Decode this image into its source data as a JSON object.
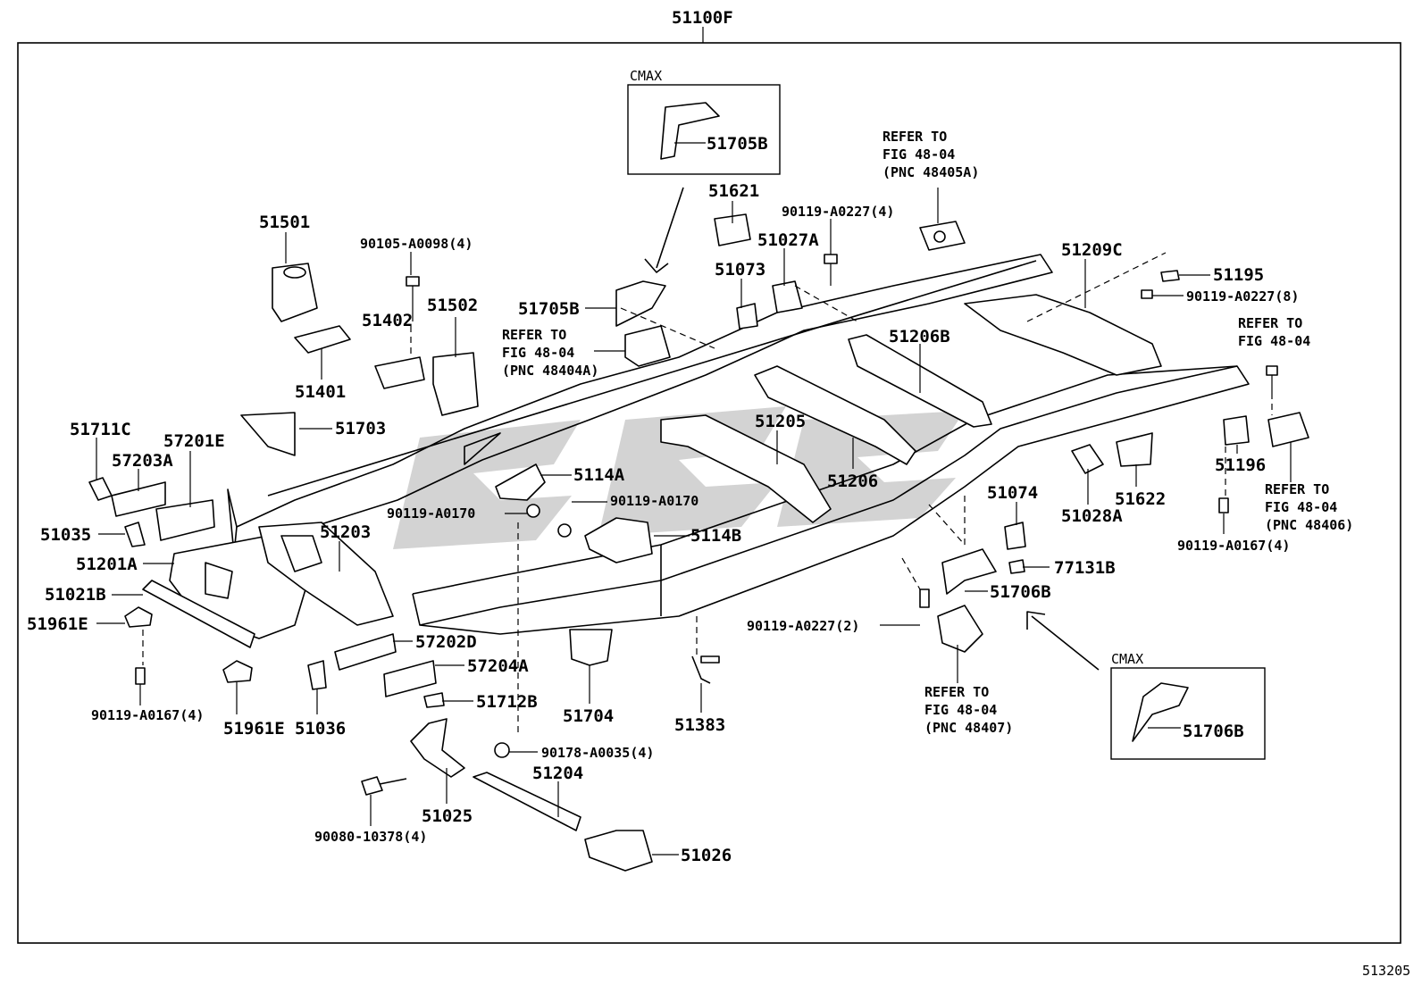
{
  "assembly_label": "51100F",
  "figure_number": "513205",
  "parts": {
    "p51705B_inset": "51705B",
    "p51705B": "51705B",
    "p51621": "51621",
    "p51027A": "51027A",
    "p51073": "51073",
    "p51501": "51501",
    "p51401": "51401",
    "p51402": "51402",
    "p51502": "51502",
    "p90105": "90105-A0098(4)",
    "p90119_a0227_4": "90119-A0227(4)",
    "p51209C": "51209C",
    "p51195": "51195",
    "p90119_a0227_8": "90119-A0227(8)",
    "p51206B": "51206B",
    "p51711C": "51711C",
    "p57201E": "57201E",
    "p57203A": "57203A",
    "p51703": "51703",
    "p51035": "51035",
    "p51201A": "51201A",
    "p51021B": "51021B",
    "p51961E_a": "51961E",
    "p51961E_b": "51961E",
    "p51203": "51203",
    "p5114A": "5114A",
    "p90119_a0170_a": "90119-A0170",
    "p90119_a0170_b": "90119-A0170",
    "p5114B": "5114B",
    "p51205": "51205",
    "p51206": "51206",
    "p51028A": "51028A",
    "p51622": "51622",
    "p51196": "51196",
    "p90119_a0167_r": "90119-A0167(4)",
    "p90119_a0167_l": "90119-A0167(4)",
    "p51074": "51074",
    "p77131B": "77131B",
    "p51706B": "51706B",
    "p51706B_inset": "51706B",
    "p90119_a0227_2": "90119-A0227(2)",
    "p57202D": "57202D",
    "p57204A": "57204A",
    "p51712B": "51712B",
    "p51036": "51036",
    "p51704": "51704",
    "p51383": "51383",
    "p90178": "90178-A0035(4)",
    "p51204": "51204",
    "p51025": "51025",
    "p90080": "90080-10378(4)",
    "p51026": "51026"
  },
  "cmax_labels": [
    "CMAX",
    "CMAX"
  ],
  "refer_notes": {
    "r48405A": [
      "REFER TO",
      "FIG 48-04",
      "(PNC 48405A)"
    ],
    "r48404A": [
      "REFER TO",
      "FIG 48-04",
      "(PNC 48404A)"
    ],
    "r48406_top": [
      "REFER TO",
      "FIG 48-04"
    ],
    "r48406": [
      "REFER TO",
      "FIG 48-04",
      "(PNC 48406)"
    ],
    "r48407": [
      "REFER TO",
      "FIG 48-04",
      "(PNC 48407)"
    ]
  }
}
